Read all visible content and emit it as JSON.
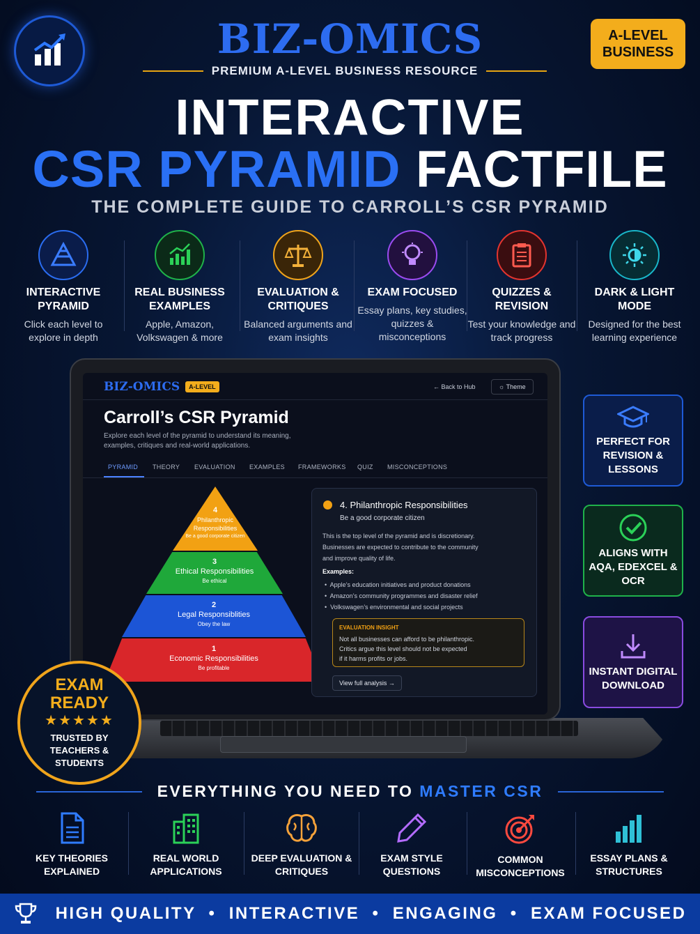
{
  "header": {
    "brand": "BIZ-OMICS",
    "tagline": "PREMIUM A-LEVEL BUSINESS RESOURCE",
    "level_badge_line1": "A-LEVEL",
    "level_badge_line2": "BUSINESS",
    "logo_icon": "bar-chart-arrow-icon"
  },
  "hero": {
    "title_line1": "INTERACTIVE",
    "title_line2_blue": "CSR PYRAMID",
    "title_line2_white": "FACTFILE",
    "subtitle": "THE COMPLETE GUIDE TO CARROLL’S CSR PYRAMID"
  },
  "features": [
    {
      "title": "INTERACTIVE PYRAMID",
      "desc": "Click each level to explore in depth",
      "icon": "pyramid-icon",
      "color": "#2a6cf0"
    },
    {
      "title": "REAL BUSINESS EXAMPLES",
      "desc": "Apple, Amazon, Volkswagen & more",
      "icon": "growth-chart-icon",
      "color": "#1fb24a"
    },
    {
      "title": "EVALUATION & CRITIQUES",
      "desc": "Balanced arguments and exam insights",
      "icon": "scales-icon",
      "color": "#f0a41b"
    },
    {
      "title": "EXAM FOCUSED",
      "desc": "Essay plans, key studies, quizzes & misconceptions",
      "icon": "lightbulb-icon",
      "color": "#9b4bf0"
    },
    {
      "title": "QUIZZES & REVISION",
      "desc": "Test your knowledge and track progress",
      "icon": "clipboard-icon",
      "color": "#e3342f"
    },
    {
      "title": "DARK & LIGHT MODE",
      "desc": "Designed for the best learning experience",
      "icon": "sun-moon-icon",
      "color": "#19b6c9"
    }
  ],
  "screen": {
    "brand": "BIZ-OMICS",
    "level": "A-LEVEL",
    "back": "← Back to Hub",
    "theme": "☼  Theme",
    "title": "Carroll’s CSR Pyramid",
    "subtitle_line1": "Explore each level of the pyramid to understand its meaning,",
    "subtitle_line2": "examples, critiques and real-world applications.",
    "tabs": [
      "PYRAMID",
      "THEORY",
      "EVALUATION",
      "EXAMPLES",
      "FRAMEWORKS",
      "QUIZ",
      "MISCONCEPTIONS"
    ],
    "pyramid": [
      {
        "num": "4",
        "name": "Philanthropic Responsibilities",
        "desc": "Be a good corporate citizen",
        "color": "#f2a113"
      },
      {
        "num": "3",
        "name": "Ethical Responsibilities",
        "desc": "Be ethical",
        "color": "#1fa83a"
      },
      {
        "num": "2",
        "name": "Legal Responsiblities",
        "desc": "Obey the law",
        "color": "#1c55d6"
      },
      {
        "num": "1",
        "name": "Economic Responsibilities",
        "desc": "Be profitable",
        "color": "#d9262a"
      }
    ],
    "panel": {
      "title": "4. Philanthropic Responsibilities",
      "subtitle": "Be a good corporate citizen",
      "body_line1": "This is the top level of the pyramid and is discretionary.",
      "body_line2": "Businesses are expected to contribute to the community",
      "body_line3": "and improve quality of life.",
      "examples_label": "Examples:",
      "examples": [
        "Apple’s education initiatives and product donations",
        "Amazon’s community programmes and disaster relief",
        "Volkswagen’s environmental and social projects"
      ],
      "insight_label": "EVALUATION INSIGHT",
      "insight_line1": "Not all businesses can afford to be philanthropic.",
      "insight_line2": "Critics argue this level should not be expected",
      "insight_line3": "if it harms profits or jobs.",
      "cta": "View full analysis →"
    }
  },
  "exam_ready": {
    "line1": "EXAM",
    "line2": "READY",
    "stars": "★★★★★",
    "trust_line1": "TRUSTED BY",
    "trust_line2": "TEACHERS &",
    "trust_line3": "STUDENTS"
  },
  "side_cards": [
    {
      "text": "PERFECT FOR REVISION & LESSONS",
      "icon": "graduation-cap-icon",
      "color": "#1e5ad6",
      "bg": "#0a1d4a"
    },
    {
      "text": "ALIGNS WITH AQA, EDEXCEL & OCR",
      "icon": "check-circle-icon",
      "color": "#1fb24a",
      "bg": "#0a2a1e"
    },
    {
      "text": "INSTANT DIGITAL DOWNLOAD",
      "icon": "download-icon",
      "color": "#8a4be0",
      "bg": "#1e1346"
    }
  ],
  "bottom": {
    "title_white": "EVERYTHING YOU NEED TO",
    "title_blue": "MASTER CSR",
    "items": [
      {
        "title": "KEY THEORIES EXPLAINED",
        "icon": "document-icon"
      },
      {
        "title": "REAL WORLD APPLICATIONS",
        "icon": "building-icon"
      },
      {
        "title": "DEEP EVALUATION & CRITIQUES",
        "icon": "brain-icon"
      },
      {
        "title": "EXAM STYLE QUESTIONS",
        "icon": "pencil-icon"
      },
      {
        "title": "COMMON MISCONCEPTIONS",
        "icon": "target-icon"
      },
      {
        "title": "ESSAY PLANS & STRUCTURES",
        "icon": "bar-chart-icon"
      }
    ]
  },
  "footer": {
    "text": "HIGH QUALITY  •  INTERACTIVE  •  ENGAGING  •  EXAM FOCUSED",
    "icon": "trophy-icon"
  }
}
